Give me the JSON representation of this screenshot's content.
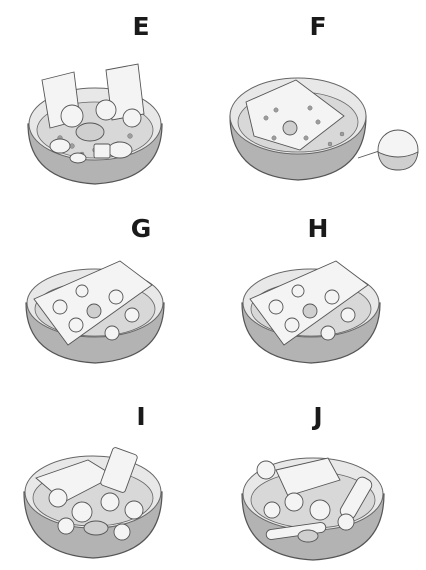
{
  "steps": [
    {
      "label": "E",
      "icon": "steriliser-with-bottles-and-parts"
    },
    {
      "label": "F",
      "icon": "steriliser-with-tray-and-water-cup"
    },
    {
      "label": "G",
      "icon": "steriliser-with-lid-and-teats"
    },
    {
      "label": "H",
      "icon": "steriliser-with-lid-and-teats"
    },
    {
      "label": "I",
      "icon": "steriliser-with-loaded-accessories"
    },
    {
      "label": "J",
      "icon": "steriliser-with-assorted-parts"
    }
  ],
  "colors": {
    "outline": "#555555",
    "rim": "#b3b3b3",
    "inner": "#e8e8e8",
    "text": "#1a1a1a"
  }
}
